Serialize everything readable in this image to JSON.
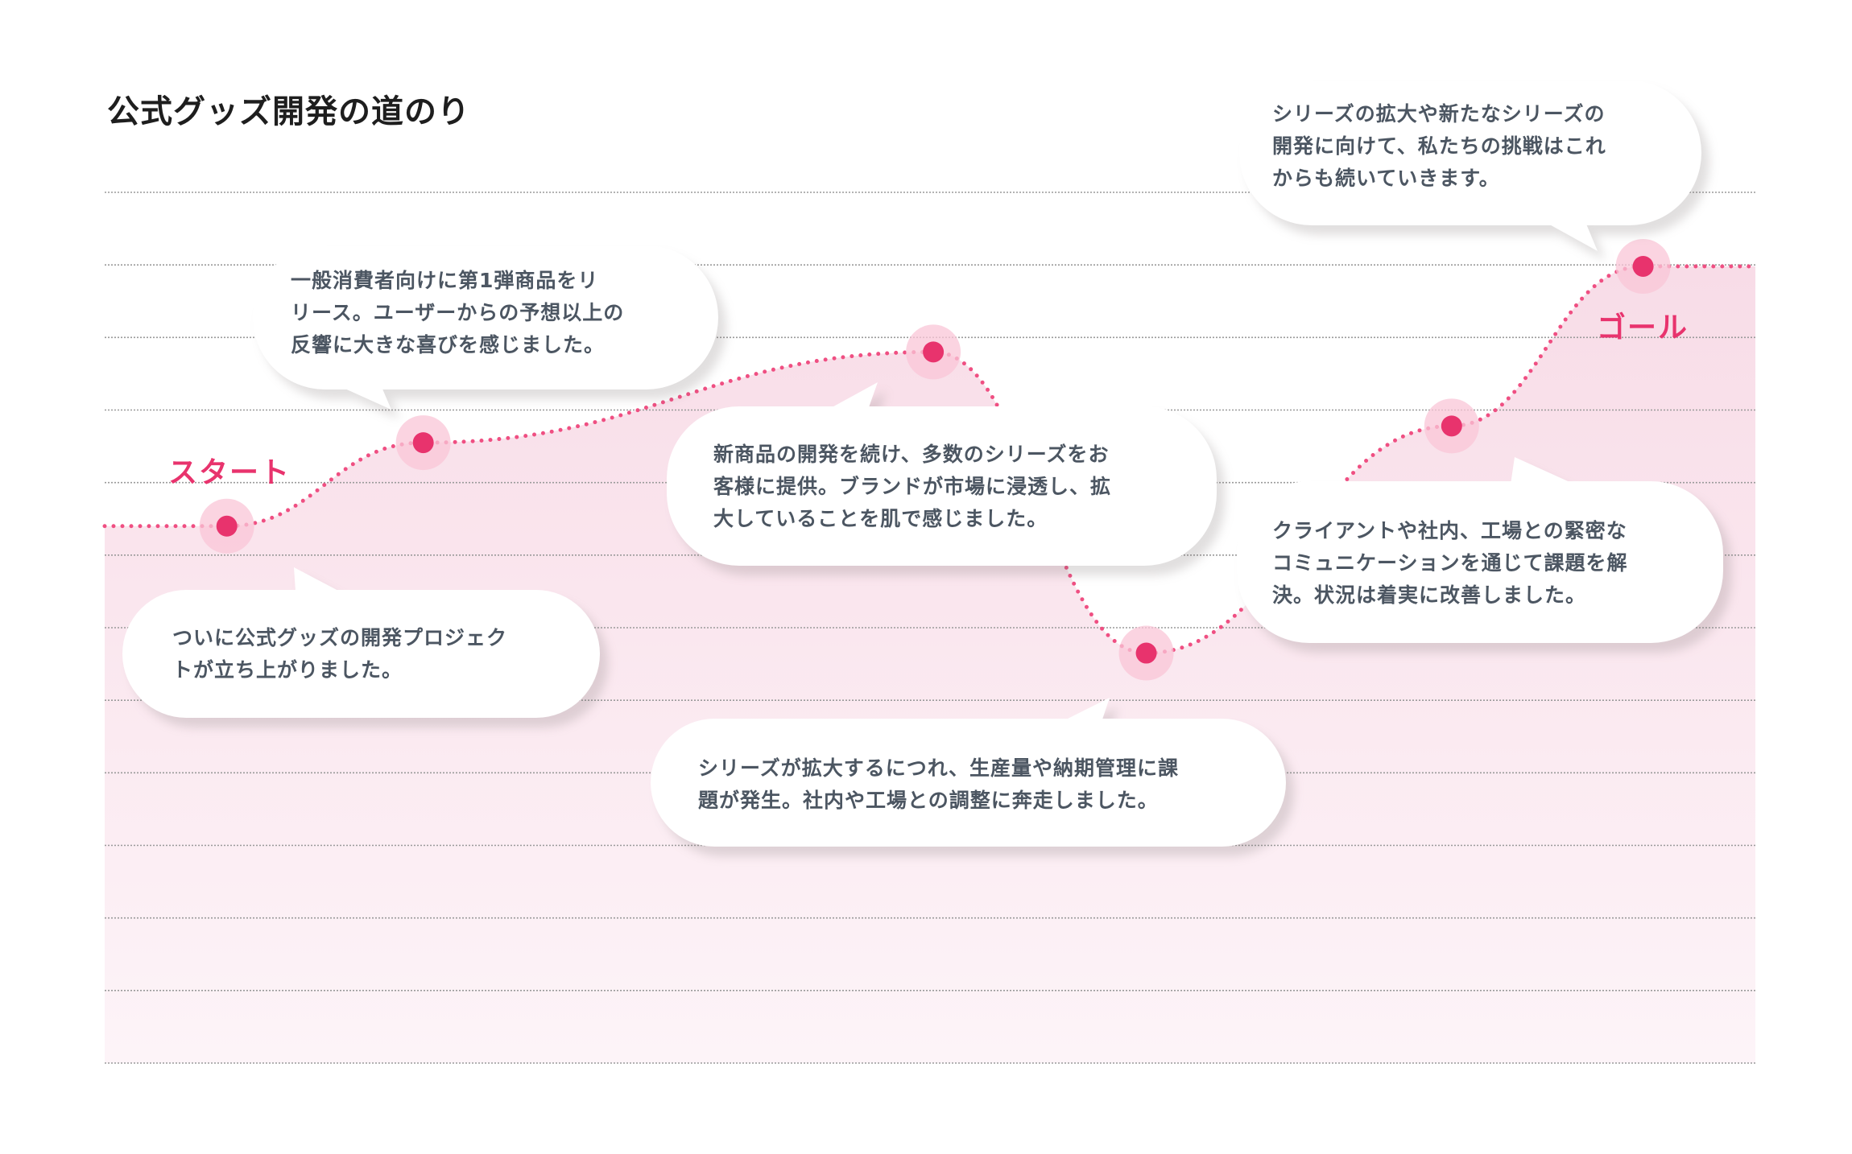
{
  "title": "公式グッズ開発の道のり",
  "labels": {
    "start": "スタート",
    "goal": "ゴール"
  },
  "colors": {
    "accent": "#e8336d",
    "dot_halo": "#f9c6d7",
    "line": "#ef4f82",
    "area_top": "#f8dce7",
    "area_bottom": "#fdf4f8",
    "text": "#4c5662",
    "grid": "#9a9a9a"
  },
  "bubbles": [
    {
      "text": "ついに公式グッズの開発プロジェク\nトが立ち上がりました。"
    },
    {
      "text": "一般消費者向けに第1弾商品をリ\nリース。ユーザーからの予想以上の\n反響に大きな喜びを感じました。"
    },
    {
      "text": "新商品の開発を続け、多数のシリーズをお\n客様に提供。ブランドが市場に浸透し、拡\n大していることを肌で感じました。"
    },
    {
      "text": "シリーズが拡大するにつれ、生産量や納期管理に課\n題が発生。社内や工場との調整に奔走しました。"
    },
    {
      "text": "クライアントや社内、工場との緊密な\nコミュニケーションを通じて課題を解\n決。状況は着実に改善しました。"
    },
    {
      "text": "シリーズの拡大や新たなシリーズの\n開発に向けて、私たちの挑戦はこれ\nからも続いていきます。"
    }
  ],
  "chart_data": {
    "type": "line",
    "title": "公式グッズ開発の道のり",
    "xlabel": "",
    "ylabel": "",
    "xlim": [
      0,
      100
    ],
    "ylim": [
      0,
      12
    ],
    "grid": true,
    "grid_lines": 13,
    "start_level": 7.4,
    "end_level": 10.98,
    "x": [
      7.4,
      19.3,
      50.2,
      63.1,
      81.6,
      93.2
    ],
    "values": [
      7.4,
      8.55,
      9.8,
      5.65,
      8.78,
      10.98
    ],
    "annotations": [
      "スタート",
      "ゴール"
    ]
  }
}
